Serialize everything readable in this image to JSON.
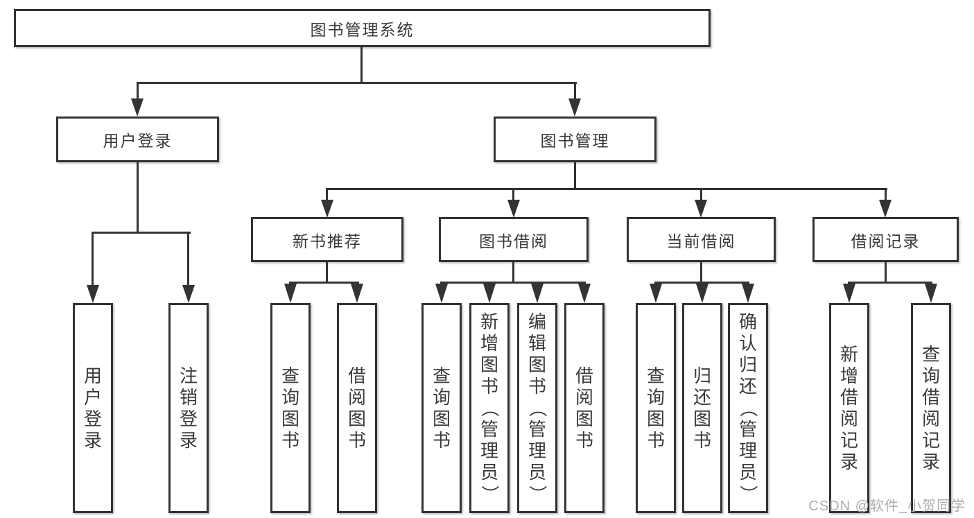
{
  "diagram": {
    "root": {
      "label": "图书管理系统"
    },
    "level2": [
      {
        "id": "user-login",
        "label": "用户登录"
      },
      {
        "id": "book-management",
        "label": "图书管理"
      }
    ],
    "level3": [
      {
        "id": "new-book-recommendation",
        "label": "新书推荐"
      },
      {
        "id": "book-borrowing",
        "label": "图书借阅"
      },
      {
        "id": "current-borrowing",
        "label": "当前借阅"
      },
      {
        "id": "borrowing-records",
        "label": "借阅记录"
      }
    ],
    "leaves": [
      {
        "id": "user-login-action",
        "label": "用户登录"
      },
      {
        "id": "logout",
        "label": "注销登录"
      },
      {
        "id": "query-books-1",
        "label": "查询图书"
      },
      {
        "id": "borrow-books-1",
        "label": "借阅图书"
      },
      {
        "id": "query-books-2",
        "label": "查询图书"
      },
      {
        "id": "add-book-admin",
        "label": "新增图书（管理员）"
      },
      {
        "id": "edit-book-admin",
        "label": "编辑图书（管理员）"
      },
      {
        "id": "borrow-books-2",
        "label": "借阅图书"
      },
      {
        "id": "query-books-3",
        "label": "查询图书"
      },
      {
        "id": "return-books",
        "label": "归还图书"
      },
      {
        "id": "confirm-return-admin",
        "label": "确认归还（管理员）"
      },
      {
        "id": "add-borrow-record",
        "label": "新增借阅记录"
      },
      {
        "id": "query-borrow-record",
        "label": "查询借阅记录"
      }
    ],
    "colors": {
      "line": "#333333",
      "text": "#3a3a3a",
      "watermark": "#ababab",
      "background": "#ffffff"
    },
    "watermark": "CSDN @软件_小贺同学"
  }
}
